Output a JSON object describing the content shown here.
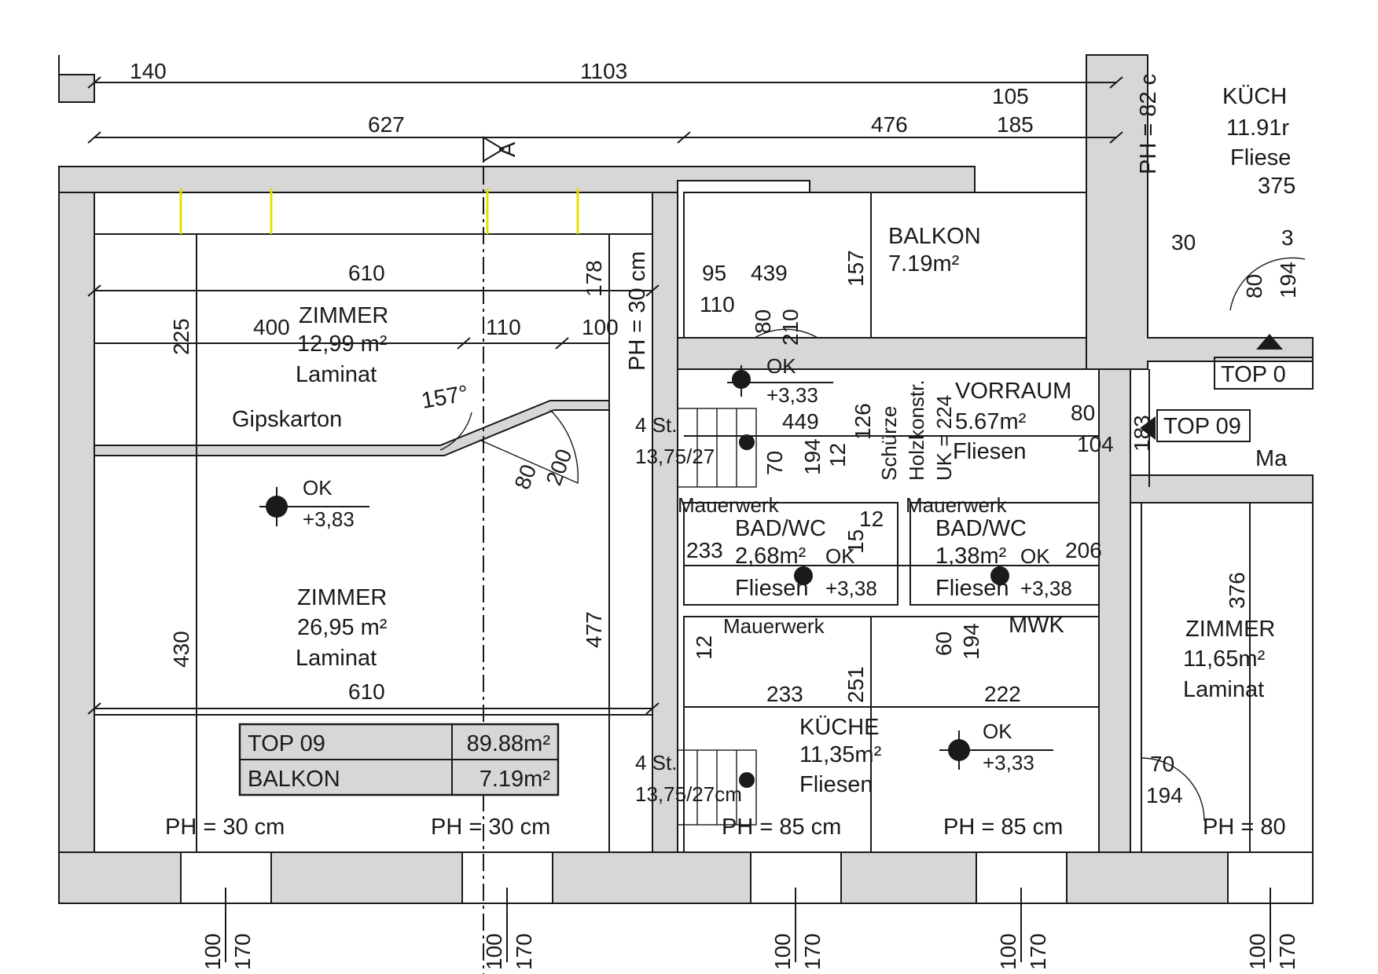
{
  "rooms": {
    "zimmer_upper": {
      "name": "ZIMMER",
      "area": "12,99 m²",
      "floor": "Laminat"
    },
    "zimmer_main": {
      "name": "ZIMMER",
      "area": "26,95 m²",
      "floor": "Laminat"
    },
    "zimmer_right": {
      "name": "ZIMMER",
      "area": "11,65m²",
      "floor": "Laminat"
    },
    "balkon": {
      "name": "BALKON",
      "area": "7.19m²"
    },
    "vorraum": {
      "name": "VORRAUM",
      "area": "5.67m²",
      "floor": "Fliesen"
    },
    "bad1": {
      "name": "BAD/WC",
      "area": "2,68m²",
      "floor": "Fliesen",
      "wall": "Mauerwerk"
    },
    "bad2": {
      "name": "BAD/WC",
      "area": "1,38m²",
      "floor": "Fliesen",
      "wall": "Mauerwerk"
    },
    "kueche": {
      "name": "KÜCHE",
      "area": "11,35m²",
      "floor": "Fliesen"
    },
    "kueche_cut": {
      "name": "KÜCH",
      "area": "11.91r",
      "floor": "Fliese",
      "dim": "375"
    }
  },
  "labels": {
    "gipskarton": "Gipskarton",
    "mauerwerk": "Mauerwerk",
    "mwk": "MWK",
    "schuerze": "Schürze",
    "holzkonstr": "Holzkonstr.",
    "uk": "UK = 224",
    "angle": "157°",
    "section": "A",
    "stairs1_steps": "4 St.",
    "stairs1_ratio": "13,75/27",
    "stairs2_steps": "4 St.",
    "stairs2_ratio": "13,75/27cm",
    "top09_tag": "TOP 09",
    "top0_tag": "TOP 0",
    "ma": "Ma"
  },
  "levels": {
    "ok_main": {
      "label": "OK",
      "value": "+3,83"
    },
    "ok_balcony": {
      "label": "OK",
      "value": "+3,33"
    },
    "ok_bad1": {
      "label": "OK",
      "value": "+3,38"
    },
    "ok_bad2": {
      "label": "OK",
      "value": "+3,38"
    },
    "ok_kitchen": {
      "label": "OK",
      "value": "+3,33"
    }
  },
  "parapets": {
    "ph30a": "PH = 30 cm",
    "ph30b": "PH = 30 cm",
    "ph30v": "PH = 30 cm",
    "ph85a": "PH = 85 cm",
    "ph85b": "PH = 85 cm",
    "ph80": "PH = 80",
    "ph82": "PH = 82 c"
  },
  "dimensions": {
    "d140": "140",
    "d1103": "1103",
    "d627": "627",
    "d476": "476",
    "d105": "105",
    "d185": "185",
    "d610a": "610",
    "d610b": "610",
    "d400": "400",
    "d110a": "110",
    "d100": "100",
    "d178": "178",
    "d225": "225",
    "d430": "430",
    "d477": "477",
    "d95": "95",
    "d439": "439",
    "d110b": "110",
    "d80a": "80",
    "d210": "210",
    "d157": "157",
    "d449": "449",
    "d70": "70",
    "d194a": "194",
    "d12a": "12",
    "d126": "126",
    "d12b": "12",
    "d15": "15",
    "d80b": "80",
    "d104": "104",
    "d183": "183",
    "d233a": "233",
    "d206": "206",
    "d12c": "12",
    "d60": "60",
    "d194b": "194",
    "d251": "251",
    "d233b": "233",
    "d222": "222",
    "d376": "376",
    "d70b": "70",
    "d194c": "194",
    "d30": "30",
    "d3": "3",
    "d80c": "80",
    "d194d": "194",
    "d80d": "80",
    "d200": "200"
  },
  "windows": [
    {
      "w": "100",
      "h": "170"
    },
    {
      "w": "100",
      "h": "170"
    },
    {
      "w": "100",
      "h": "170"
    },
    {
      "w": "100",
      "h": "170"
    },
    {
      "w": "100",
      "h": "170"
    }
  ],
  "area_table": {
    "rows": [
      {
        "name": "TOP 09",
        "area": "89.88m²"
      },
      {
        "name": "BALKON",
        "area": "7.19m²"
      }
    ]
  }
}
